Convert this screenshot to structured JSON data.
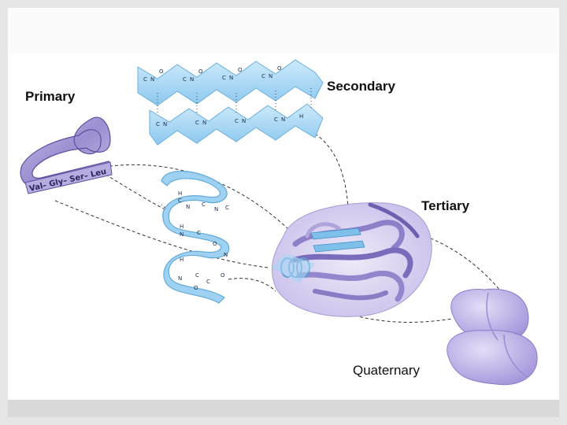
{
  "labels": {
    "primary": "Primary",
    "secondary": "Secondary",
    "tertiary": "Tertiary",
    "quaternary": "Quaternary"
  },
  "primary_chain": {
    "residues": [
      "Val",
      "Gly",
      "Ser",
      "Leu"
    ],
    "sequence_text": "Val– Gly– Ser– Leu"
  },
  "atoms": {
    "carbon": "C",
    "nitrogen": "N",
    "oxygen": "O",
    "hydrogen": "H"
  },
  "colors": {
    "ribbon_purple": "#a89bd4",
    "ribbon_purple_dark": "#6f5fae",
    "sheet_blue": "#9fd2f2",
    "helix_blue": "#8fcbf0",
    "blob_lavender": "#cfc6ee",
    "quaternary_purple": "#b7a9e4"
  }
}
